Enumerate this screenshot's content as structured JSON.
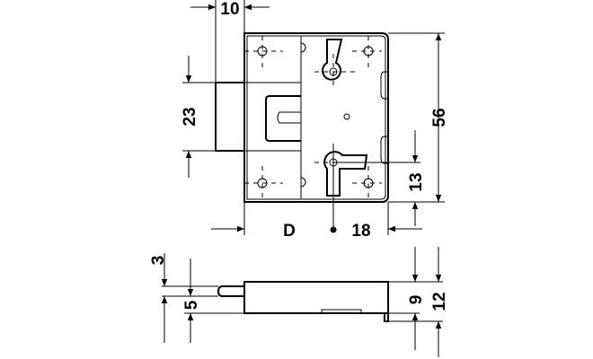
{
  "title": "Lock dimension drawing",
  "top_view": {
    "dim_bolt_width": "10",
    "dim_bolt_height": "23",
    "dim_total_height": "56",
    "dim_key_offset": "13",
    "dim_backset": "D",
    "dim_right_offset": "18"
  },
  "side_view": {
    "dim_bolt_offset": "3",
    "dim_bolt_thickness": "5",
    "dim_body_thickness": "9",
    "dim_total_thickness": "12"
  }
}
